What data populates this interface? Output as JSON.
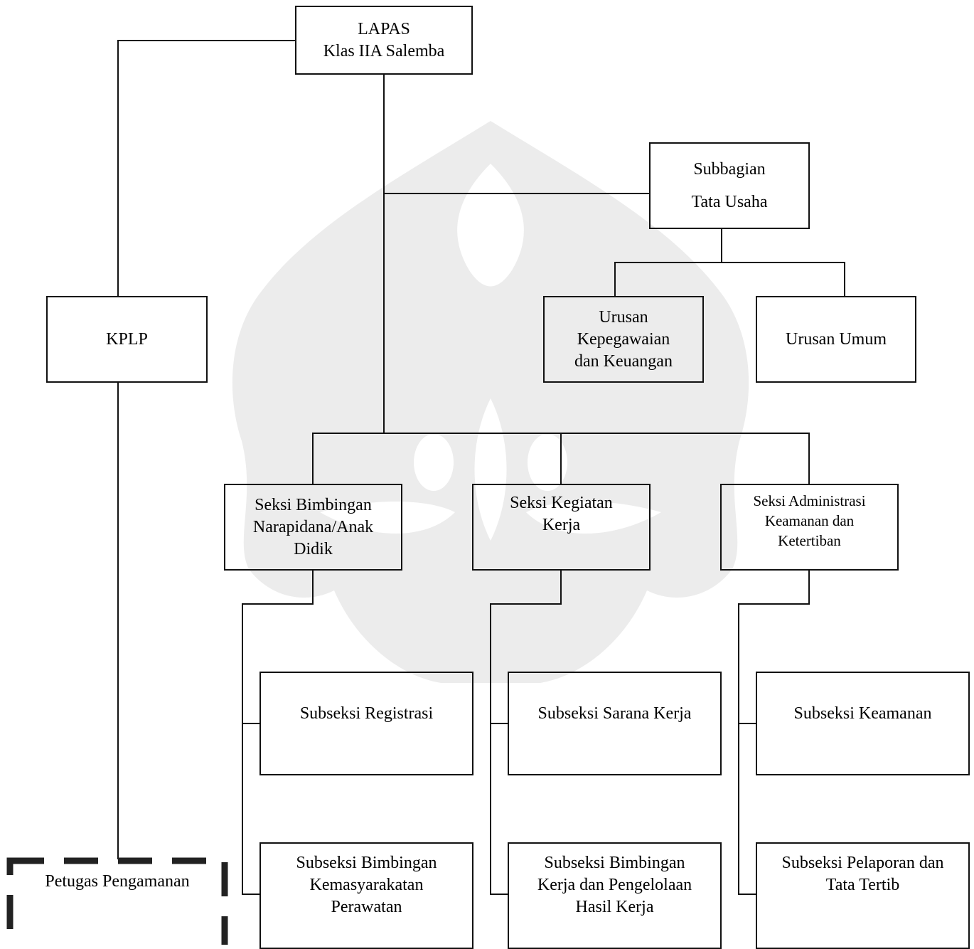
{
  "org_chart": {
    "root": {
      "line1": "LAPAS",
      "line2": "Klas IIA Salemba"
    },
    "kplp": "KPLP",
    "petugas": "Petugas Pengamanan",
    "subbagian": {
      "line1": "Subbagian",
      "line2": "Tata Usaha"
    },
    "urusan_kepegawaian": {
      "line1": "Urusan",
      "line2": "Kepegawaian",
      "line3": "dan Keuangan"
    },
    "urusan_umum": "Urusan Umum",
    "seksi_bimbingan": {
      "line1": "Seksi Bimbingan",
      "line2": "Narapidana/Anak",
      "line3": "Didik"
    },
    "seksi_kegiatan": {
      "line1": "Seksi Kegiatan",
      "line2": "Kerja"
    },
    "seksi_administrasi": {
      "line1": "Seksi Administrasi",
      "line2": "Keamanan dan",
      "line3": "Ketertiban"
    },
    "subseksi_registrasi": "Subseksi Registrasi",
    "subseksi_sarana": "Subseksi Sarana Kerja",
    "subseksi_keamanan": "Subseksi Keamanan",
    "subseksi_bimkemas": {
      "line1": "Subseksi Bimbingan",
      "line2": "Kemasyarakatan",
      "line3": "Perawatan"
    },
    "subseksi_bimker": {
      "line1": "Subseksi Bimbingan",
      "line2": "Kerja dan Pengelolaan",
      "line3": "Hasil Kerja"
    },
    "subseksi_pelaporan": {
      "line1": "Subseksi Pelaporan dan",
      "line2": "Tata Tertib"
    }
  },
  "colors": {
    "line": "#111111",
    "watermark": "#ececec"
  }
}
